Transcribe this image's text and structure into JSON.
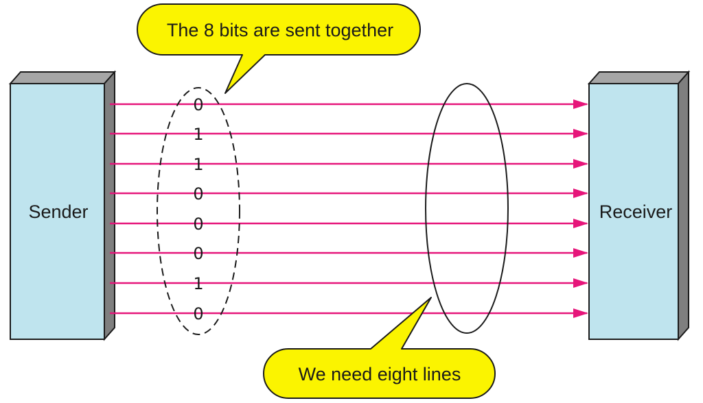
{
  "sender": {
    "label": "Sender"
  },
  "receiver": {
    "label": "Receiver"
  },
  "bits": [
    "0",
    "1",
    "1",
    "0",
    "0",
    "0",
    "1",
    "0"
  ],
  "callout_top": {
    "text": "The 8 bits are sent together"
  },
  "callout_bottom": {
    "text": "We need eight lines"
  },
  "colors": {
    "box_face": "#bfe4ee",
    "box_side": "#7f7f7f",
    "box_top": "#a6a6a6",
    "line": "#e6157a",
    "callout_fill": "#fbf400",
    "outline": "#1a1a1a"
  }
}
